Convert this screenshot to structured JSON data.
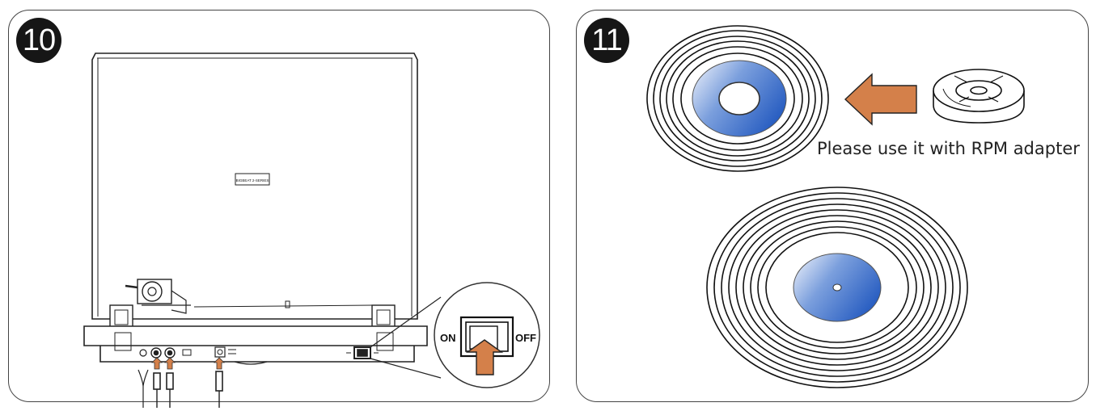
{
  "step10": {
    "number": "10",
    "badge_label": "BIGBEAT 2-SERIES",
    "switch_on": "ON",
    "switch_off": "OFF",
    "arrow_color": "#d4804a"
  },
  "step11": {
    "number": "11",
    "caption": "Please use it with RPM adapter",
    "label_gradient": [
      "#f2f4fb",
      "#2b63c4"
    ],
    "arrow_color": "#d4804a"
  }
}
